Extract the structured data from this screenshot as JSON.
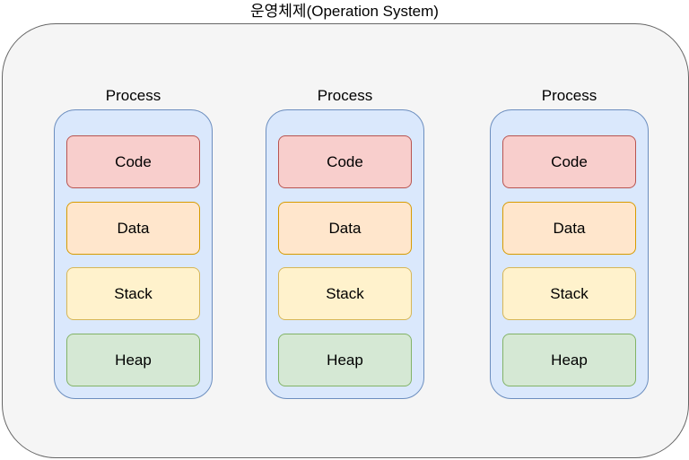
{
  "os": {
    "title": "운영체제(Operation System)"
  },
  "processes": [
    {
      "label": "Process",
      "segments": {
        "code": "Code",
        "data": "Data",
        "stack": "Stack",
        "heap": "Heap"
      }
    },
    {
      "label": "Process",
      "segments": {
        "code": "Code",
        "data": "Data",
        "stack": "Stack",
        "heap": "Heap"
      }
    },
    {
      "label": "Process",
      "segments": {
        "code": "Code",
        "data": "Data",
        "stack": "Stack",
        "heap": "Heap"
      }
    }
  ],
  "colors": {
    "os_fill": "#f5f5f5",
    "os_stroke": "#666666",
    "process_fill": "#dae8fc",
    "process_stroke": "#6c8ebf",
    "code_fill": "#f8cecc",
    "data_fill": "#ffe6cc",
    "stack_fill": "#fff2cc",
    "heap_fill": "#d5e8d4"
  }
}
